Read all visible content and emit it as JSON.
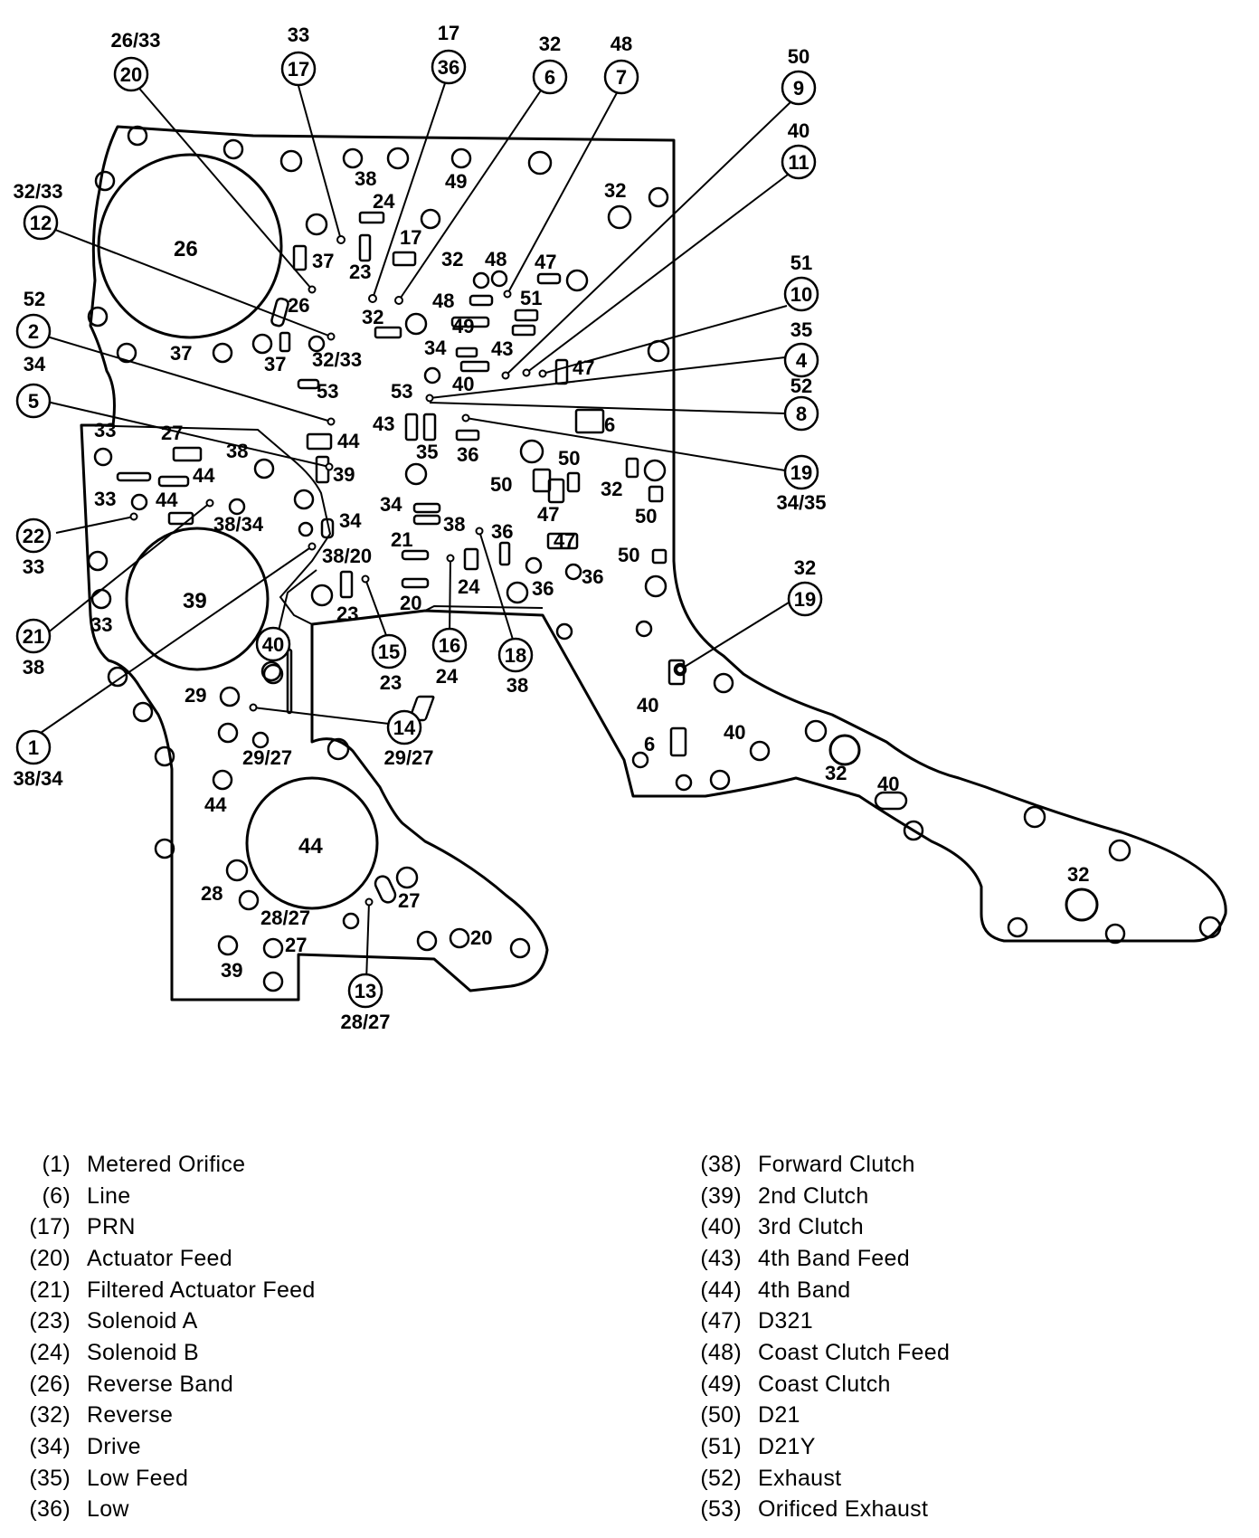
{
  "diagram": {
    "hole_labels": [
      {
        "id": "h26",
        "text": "26"
      },
      {
        "id": "h37a",
        "text": "37"
      },
      {
        "id": "h26b",
        "text": "26"
      },
      {
        "id": "h37b",
        "text": "37"
      },
      {
        "id": "h37c",
        "text": "37"
      },
      {
        "id": "h32_33a",
        "text": "32/33"
      },
      {
        "id": "h53a",
        "text": "53"
      },
      {
        "id": "h38a",
        "text": "38"
      },
      {
        "id": "h24a",
        "text": "24"
      },
      {
        "id": "h17",
        "text": "17"
      },
      {
        "id": "h23a",
        "text": "23"
      },
      {
        "id": "h32a",
        "text": "32"
      },
      {
        "id": "h49a",
        "text": "49"
      },
      {
        "id": "h32b",
        "text": "32"
      },
      {
        "id": "h48a",
        "text": "48"
      },
      {
        "id": "h47a",
        "text": "47"
      },
      {
        "id": "h48b",
        "text": "48"
      },
      {
        "id": "h51",
        "text": "51"
      },
      {
        "id": "h49b",
        "text": "49"
      },
      {
        "id": "h32c",
        "text": "32"
      },
      {
        "id": "h34a",
        "text": "34"
      },
      {
        "id": "h43a",
        "text": "43"
      },
      {
        "id": "h40a",
        "text": "40"
      },
      {
        "id": "h47b",
        "text": "47"
      },
      {
        "id": "h53b",
        "text": "53"
      },
      {
        "id": "h44a",
        "text": "44"
      },
      {
        "id": "h43b",
        "text": "43"
      },
      {
        "id": "h35",
        "text": "35"
      },
      {
        "id": "h36a",
        "text": "36"
      },
      {
        "id": "h6a",
        "text": "6"
      },
      {
        "id": "h39a",
        "text": "39"
      },
      {
        "id": "h33a",
        "text": "33"
      },
      {
        "id": "h27a",
        "text": "27"
      },
      {
        "id": "h38b",
        "text": "38"
      },
      {
        "id": "h44b",
        "text": "44"
      },
      {
        "id": "h33b",
        "text": "33"
      },
      {
        "id": "h44c",
        "text": "44"
      },
      {
        "id": "h38_34",
        "text": "38/34"
      },
      {
        "id": "h34b",
        "text": "34"
      },
      {
        "id": "h50a",
        "text": "50"
      },
      {
        "id": "h50b",
        "text": "50"
      },
      {
        "id": "h32d",
        "text": "32"
      },
      {
        "id": "h50c",
        "text": "50"
      },
      {
        "id": "h47c",
        "text": "47"
      },
      {
        "id": "h34c",
        "text": "34"
      },
      {
        "id": "h38c",
        "text": "38"
      },
      {
        "id": "h36b",
        "text": "36"
      },
      {
        "id": "h47d",
        "text": "47"
      },
      {
        "id": "h50d",
        "text": "50"
      },
      {
        "id": "h21",
        "text": "21"
      },
      {
        "id": "h38_20",
        "text": "38/20"
      },
      {
        "id": "h24b",
        "text": "24"
      },
      {
        "id": "h36c",
        "text": "36"
      },
      {
        "id": "h36d",
        "text": "36"
      },
      {
        "id": "h20a",
        "text": "20"
      },
      {
        "id": "h23b",
        "text": "23"
      },
      {
        "id": "h39b",
        "text": "39"
      },
      {
        "id": "h33c",
        "text": "33"
      },
      {
        "id": "h29",
        "text": "29"
      },
      {
        "id": "h29_27",
        "text": "29/27"
      },
      {
        "id": "h44d",
        "text": "44"
      },
      {
        "id": "h44e",
        "text": "44"
      },
      {
        "id": "h28",
        "text": "28"
      },
      {
        "id": "h28_27",
        "text": "28/27"
      },
      {
        "id": "h27b",
        "text": "27"
      },
      {
        "id": "h27c",
        "text": "27"
      },
      {
        "id": "h20b",
        "text": "20"
      },
      {
        "id": "h39c",
        "text": "39"
      },
      {
        "id": "h40b",
        "text": "40"
      },
      {
        "id": "h6b",
        "text": "6"
      },
      {
        "id": "h40c",
        "text": "40"
      },
      {
        "id": "h32e",
        "text": "32"
      },
      {
        "id": "h40d",
        "text": "40"
      },
      {
        "id": "h32f",
        "text": "32"
      }
    ],
    "callouts": [
      {
        "id": "c20",
        "num": "20",
        "code": "26/33"
      },
      {
        "id": "c17",
        "num": "17",
        "code": "33"
      },
      {
        "id": "c36",
        "num": "36",
        "code": "17"
      },
      {
        "id": "c6",
        "num": "6",
        "code": "32"
      },
      {
        "id": "c7",
        "num": "7",
        "code": "48"
      },
      {
        "id": "c9",
        "num": "9",
        "code": "50"
      },
      {
        "id": "c11",
        "num": "11",
        "code": "40"
      },
      {
        "id": "c12",
        "num": "12",
        "code": "32/33"
      },
      {
        "id": "c10",
        "num": "10",
        "code": "51"
      },
      {
        "id": "c2",
        "num": "2",
        "code": "52"
      },
      {
        "id": "c4",
        "num": "4",
        "code": "35"
      },
      {
        "id": "c5",
        "num": "5",
        "code": "34"
      },
      {
        "id": "c8",
        "num": "8",
        "code": "52"
      },
      {
        "id": "c19a",
        "num": "19",
        "code": "34/35"
      },
      {
        "id": "c22",
        "num": "22",
        "code": "33"
      },
      {
        "id": "c21",
        "num": "21",
        "code": "38"
      },
      {
        "id": "c19b",
        "num": "19",
        "code": "32"
      },
      {
        "id": "c40",
        "num": "40",
        "code": ""
      },
      {
        "id": "c15",
        "num": "15",
        "code": "23"
      },
      {
        "id": "c16",
        "num": "16",
        "code": "24"
      },
      {
        "id": "c18",
        "num": "18",
        "code": "38"
      },
      {
        "id": "c14",
        "num": "14",
        "code": "29/27"
      },
      {
        "id": "c1",
        "num": "1",
        "code": "38/34"
      },
      {
        "id": "c13",
        "num": "13",
        "code": "28/27"
      }
    ]
  },
  "legend": {
    "left": [
      {
        "num": "(1)",
        "name": "Metered Orifice"
      },
      {
        "num": "(6)",
        "name": "Line"
      },
      {
        "num": "(17)",
        "name": "PRN"
      },
      {
        "num": "(20)",
        "name": "Actuator Feed"
      },
      {
        "num": "(21)",
        "name": "Filtered Actuator Feed"
      },
      {
        "num": "(23)",
        "name": "Solenoid A"
      },
      {
        "num": "(24)",
        "name": "Solenoid B"
      },
      {
        "num": "(26)",
        "name": "Reverse Band"
      },
      {
        "num": "(32)",
        "name": "Reverse"
      },
      {
        "num": "(34)",
        "name": "Drive"
      },
      {
        "num": "(35)",
        "name": "Low Feed"
      },
      {
        "num": "(36)",
        "name": "Low"
      }
    ],
    "right": [
      {
        "num": "(38)",
        "name": "Forward Clutch"
      },
      {
        "num": "(39)",
        "name": "2nd Clutch"
      },
      {
        "num": "(40)",
        "name": "3rd Clutch"
      },
      {
        "num": "(43)",
        "name": "4th Band Feed"
      },
      {
        "num": "(44)",
        "name": "4th  Band"
      },
      {
        "num": "(47)",
        "name": "D321"
      },
      {
        "num": "(48)",
        "name": "Coast Clutch Feed"
      },
      {
        "num": "(49)",
        "name": "Coast Clutch"
      },
      {
        "num": "(50)",
        "name": "D21"
      },
      {
        "num": "(51)",
        "name": "D21Y"
      },
      {
        "num": "(52)",
        "name": "Exhaust"
      },
      {
        "num": "(53)",
        "name": "Orificed Exhaust"
      }
    ]
  }
}
